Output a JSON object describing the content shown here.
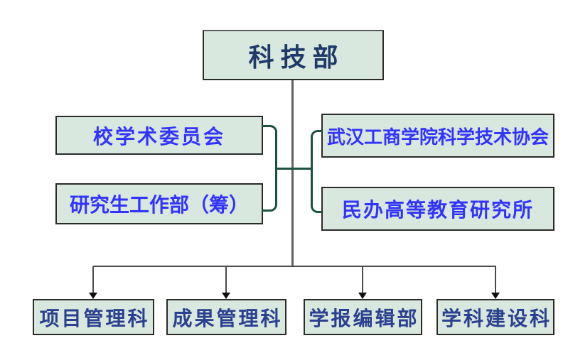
{
  "diagram": {
    "type": "org-chart",
    "root": {
      "label": "科技部"
    },
    "left_branch": [
      {
        "label": "校学术委员会"
      },
      {
        "label": "研究生工作部（筹）"
      }
    ],
    "right_branch": [
      {
        "label": "武汉工商学院科学技术协会"
      },
      {
        "label": "民办高等教育研究所"
      }
    ],
    "bottom_branch": [
      {
        "label": "项目管理科"
      },
      {
        "label": "成果管理科"
      },
      {
        "label": "学报编辑部"
      },
      {
        "label": "学科建设科"
      }
    ]
  },
  "colors": {
    "box-fill": "#d9e8de",
    "box-border": "#2b2b2b",
    "root-text": "#1f3a68",
    "branch-text": "#3333ff",
    "section-text": "#2b4090",
    "bracket": "#1d5240",
    "line": "#4a4a4a",
    "arrow": "#111111"
  }
}
